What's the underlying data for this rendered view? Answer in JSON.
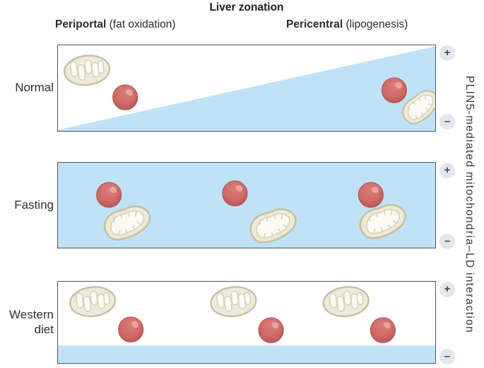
{
  "figure": {
    "title": "Liver zonation",
    "zones": {
      "periportal": {
        "name": "Periportal",
        "function": "(fat oxidation)"
      },
      "pericentral": {
        "name": "Pericentral",
        "function": "(lipogenesis)"
      }
    },
    "rows": [
      {
        "label": "Normal"
      },
      {
        "label": "Fasting"
      },
      {
        "label": "Western diet"
      }
    ],
    "axis": {
      "label": "PLIN5-mediated mitochondria–LD interaction",
      "plus": "+",
      "minus": "–"
    },
    "icons": {
      "mitochondrion": "mitochondrion-icon",
      "lipid_droplet": "lipid-droplet-icon",
      "plus_badge": "plus-icon",
      "minus_badge": "minus-icon"
    },
    "colors": {
      "zonation_blue": "#bfe2f6",
      "panel_border": "#54565b",
      "mito_fill": "#edeadb",
      "mito_stroke": "#c7c1a0",
      "cristae_fill": "#fbfaf3",
      "cristae_stroke": "#d8d3b8",
      "droplet_main": "#d06b69",
      "droplet_light": "#db7f7b",
      "droplet_dark": "#b25150",
      "droplet_highlight": "#e7a49e",
      "badge_bg": "#e2e6ed",
      "badge_fg": "#43464a"
    }
  }
}
